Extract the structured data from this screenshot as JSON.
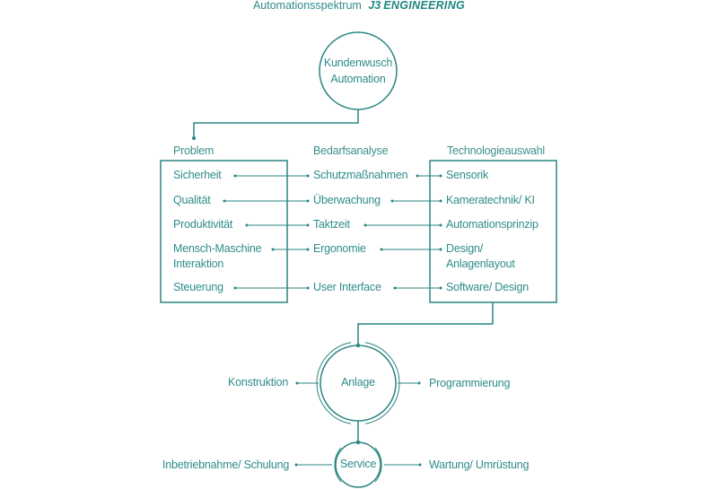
{
  "title": {
    "text": "Automationsspektrum",
    "logo": "J3",
    "brand": "ENGINEERING"
  },
  "colors": {
    "line": "#2a8582",
    "text": "#2e8c8a",
    "background": "#ffffff"
  },
  "start_node": {
    "line1": "Kundenwusch",
    "line2": "Automation"
  },
  "columns": {
    "problem": {
      "heading": "Problem",
      "items": [
        "Sicherheit",
        "Qualität",
        "Produktivität",
        "Mensch-Maschine",
        "Steuerung"
      ],
      "item4_line2": "Interaktion"
    },
    "analysis": {
      "heading": "Bedarfsanalyse",
      "items": [
        "Schutzmaßnahmen",
        "Überwachung",
        "Taktzeit",
        "Ergonomie",
        "User Interface"
      ]
    },
    "technology": {
      "heading": "Technologieauswahl",
      "items": [
        "Sensorik",
        "Kameratechnik/ KI",
        "Automationsprinzip",
        "Design/",
        "Software/ Design"
      ],
      "item4_line2": "Anlagenlayout"
    }
  },
  "anlage_node": {
    "label": "Anlage",
    "left": "Konstruktion",
    "right": "Programmierung"
  },
  "service_node": {
    "label": "Service",
    "left": "Inbetriebnahme/ Schulung",
    "right": "Wartung/ Umrüstung"
  }
}
